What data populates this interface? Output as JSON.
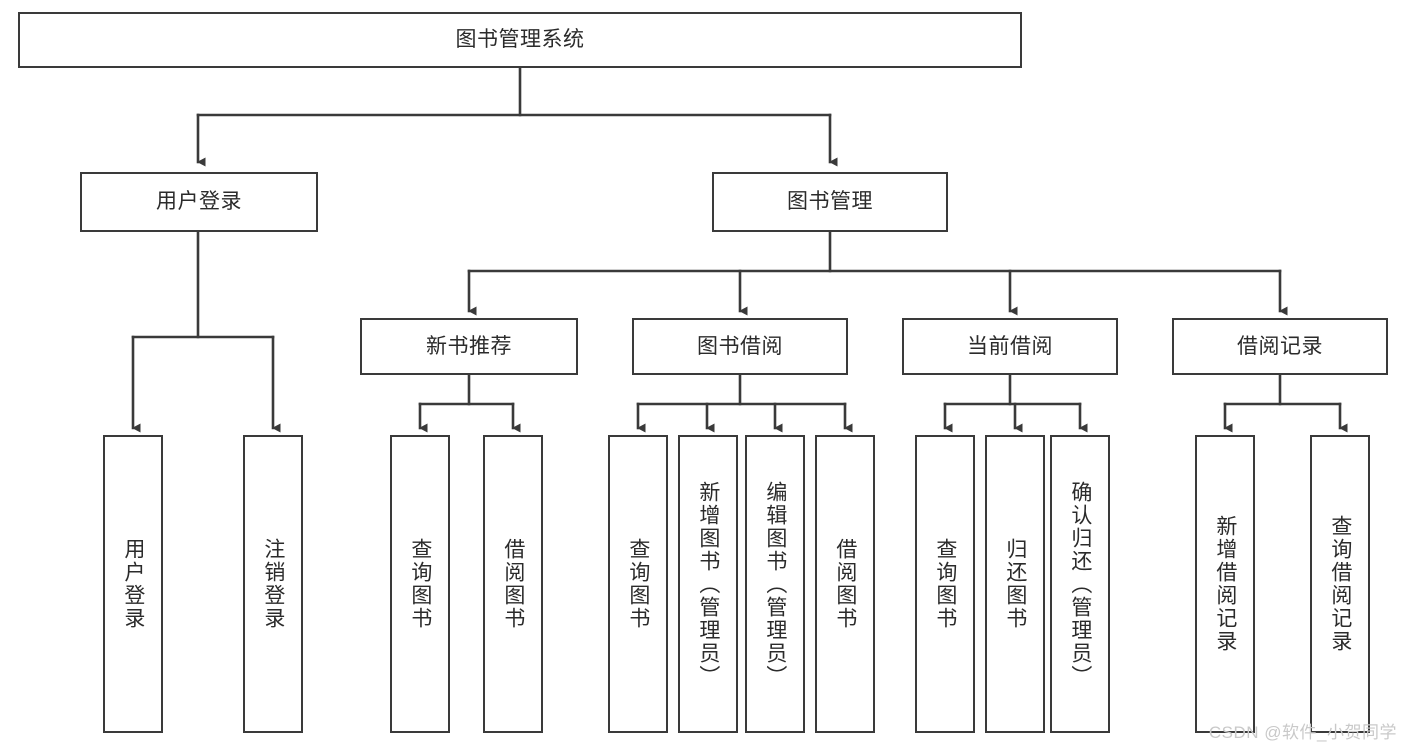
{
  "diagram": {
    "title": "图书管理系统",
    "type": "功能结构图",
    "colors": {
      "border": "#3a3a3a",
      "fill": "#ffffff",
      "line": "#3a3a3a",
      "text": "#2b2b2b",
      "watermark": "#c9c9c9"
    },
    "root": {
      "label": "图书管理系统"
    },
    "level1": [
      {
        "label": "用户登录"
      },
      {
        "label": "图书管理"
      }
    ],
    "level2": [
      {
        "label": "新书推荐"
      },
      {
        "label": "图书借阅"
      },
      {
        "label": "当前借阅"
      },
      {
        "label": "借阅记录"
      }
    ],
    "leaves": {
      "user_login": [
        {
          "label": "用户登录"
        },
        {
          "label": "注销登录"
        }
      ],
      "new_book_recommend": [
        {
          "label": "查询图书"
        },
        {
          "label": "借阅图书"
        }
      ],
      "book_borrow": [
        {
          "label": "查询图书"
        },
        {
          "label": "新增图书（管理员）"
        },
        {
          "label": "编辑图书（管理员）"
        },
        {
          "label": "借阅图书"
        }
      ],
      "current_borrow": [
        {
          "label": "查询图书"
        },
        {
          "label": "归还图书"
        },
        {
          "label": "确认归还（管理员）"
        }
      ],
      "borrow_record": [
        {
          "label": "新增借阅记录"
        },
        {
          "label": "查询借阅记录"
        }
      ]
    }
  },
  "watermark": {
    "text": "CSDN @软件_小贺同学"
  }
}
